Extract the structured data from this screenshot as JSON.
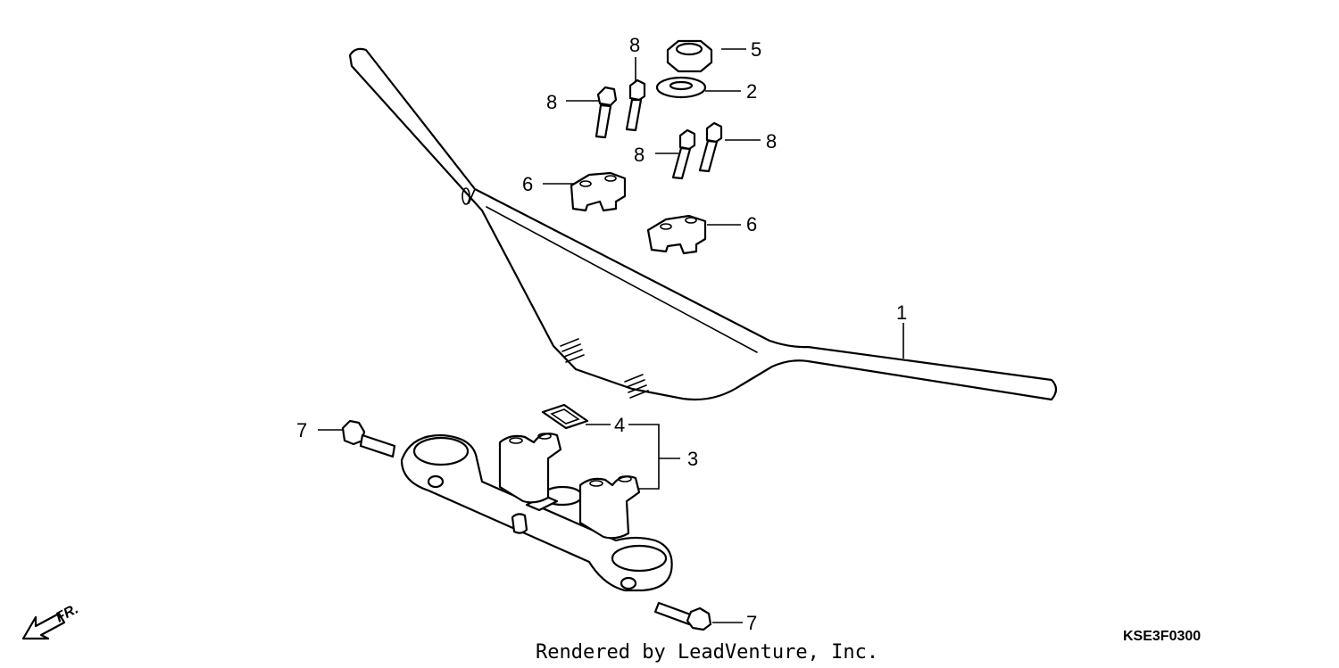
{
  "diagram": {
    "callouts": {
      "c1": "1",
      "c2": "2",
      "c3": "3",
      "c4": "4",
      "c5": "5",
      "c6a": "6",
      "c6b": "6",
      "c7a": "7",
      "c7b": "7",
      "c8a": "8",
      "c8b": "8",
      "c8c": "8",
      "c8d": "8"
    },
    "direction_label": "FR.",
    "diagram_code": "KSE3F0300",
    "credit": "Rendered by LeadVenture, Inc."
  }
}
